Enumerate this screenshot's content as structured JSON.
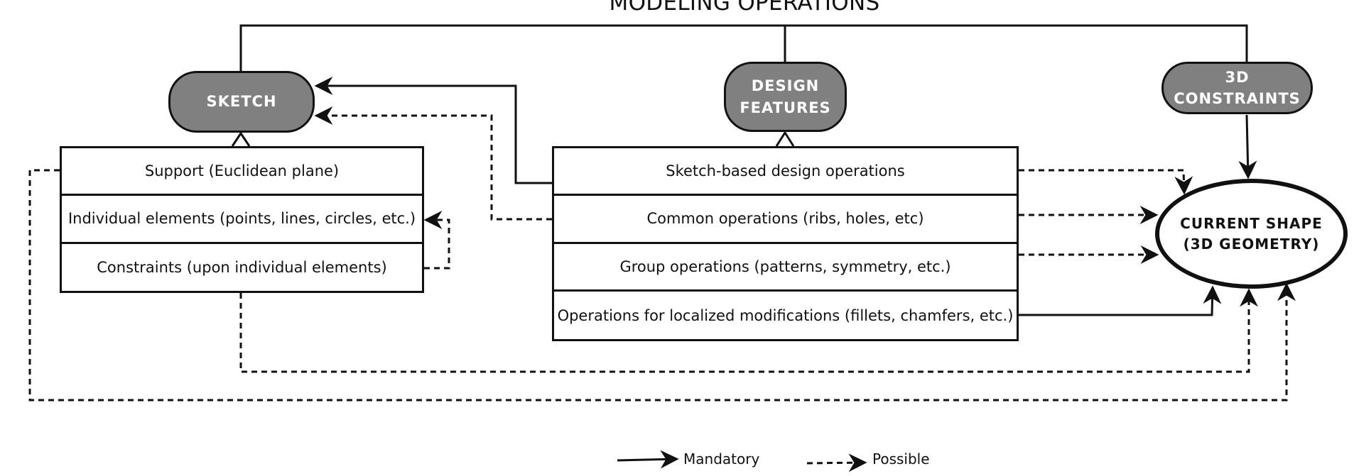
{
  "title": "MODELING OPERATIONS",
  "sketch": {
    "label": "SKETCH",
    "rows": [
      "Support (Euclidean plane)",
      "Individual elements (points, lines, circles, etc.)",
      "Constraints (upon individual elements)"
    ]
  },
  "design_features": {
    "label_line1": "DESIGN",
    "label_line2": "FEATURES",
    "rows": [
      "Sketch-based design operations",
      "Common operations (ribs, holes, etc)",
      "Group operations (patterns, symmetry, etc.)",
      "Operations for localized modifications (fillets, chamfers, etc.)"
    ]
  },
  "constraints_3d": {
    "label": "3D CONSTRAINTS"
  },
  "current_shape": {
    "line1": "CURRENT SHAPE",
    "line2": "(3D GEOMETRY)"
  },
  "legend": {
    "mandatory": "Mandatory",
    "possible": "Possible"
  },
  "colors": {
    "node_fill": "#808080",
    "stroke": "#111111",
    "background": "#ffffff"
  }
}
